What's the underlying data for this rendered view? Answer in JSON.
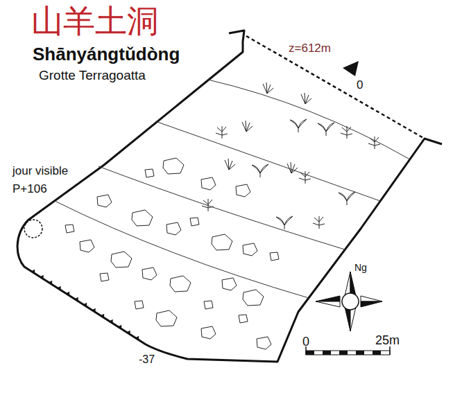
{
  "diagram": {
    "title": "山羊土洞",
    "labels": [
      "Shānyángtǔdòng",
      "Grotte Terragoatta",
      "z=612m",
      "0",
      "jour visible",
      "P+106",
      "-37",
      "Ng",
      "0",
      "25m"
    ]
  }
}
